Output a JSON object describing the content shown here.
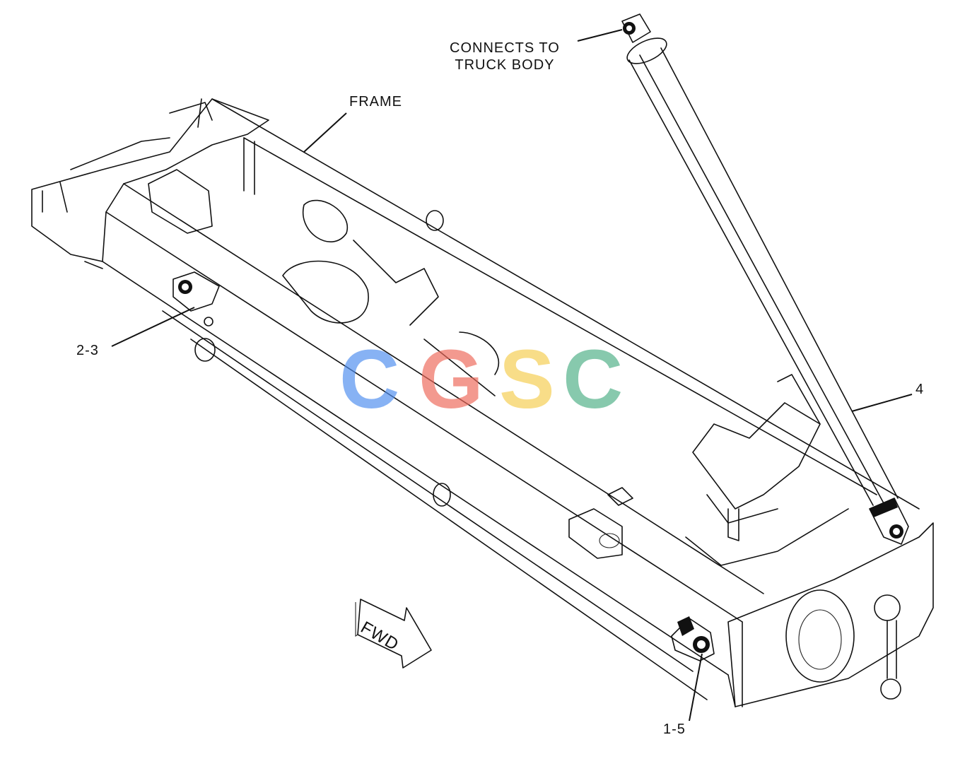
{
  "labels": {
    "connects": "CONNECTS TO\nTRUCK BODY",
    "frame": "FRAME",
    "part_2_3": "2-3",
    "part_4": "4",
    "part_1_5": "1-5",
    "fwd": "FWD"
  },
  "watermark": {
    "letters": [
      "C",
      "G",
      "S",
      "C"
    ],
    "colors": [
      "#4f8ff0",
      "#ee6a5b",
      "#f5ce50",
      "#4fb087"
    ]
  }
}
